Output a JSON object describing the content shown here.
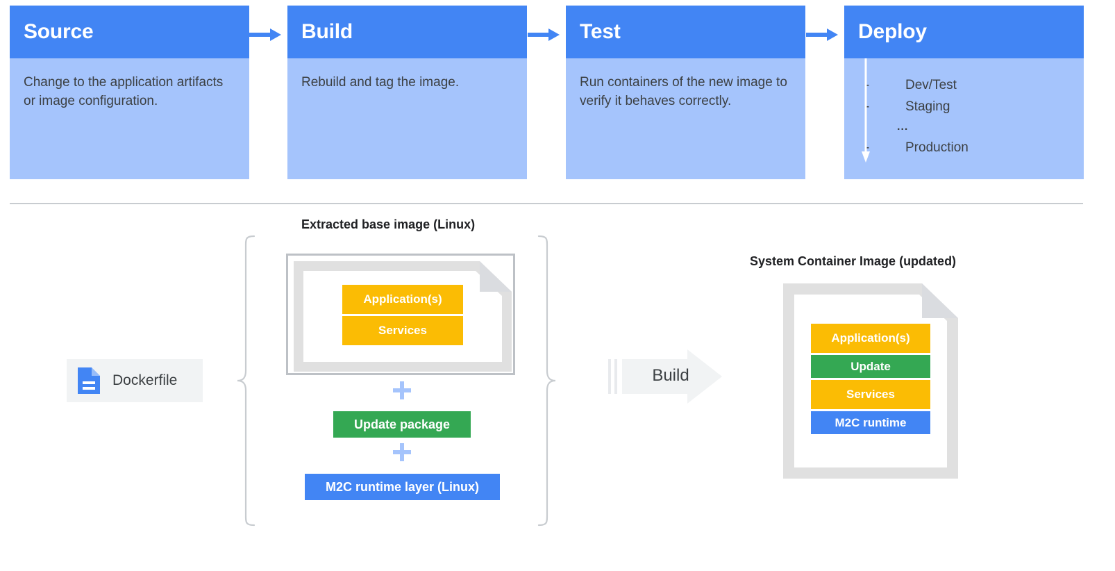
{
  "pipeline": {
    "stages": [
      {
        "title": "Source",
        "body": "Change to the application artifacts or image configuration."
      },
      {
        "title": "Build",
        "body": "Rebuild and tag the image."
      },
      {
        "title": "Test",
        "body": "Run containers of the new image to verify it behaves correctly."
      }
    ],
    "deploy": {
      "title": "Deploy",
      "items": [
        {
          "dash": "-",
          "label": "Dev/Test"
        },
        {
          "dash": "-",
          "label": "Staging"
        }
      ],
      "ellipsis": "...",
      "last": {
        "dash": "-",
        "label": "Production"
      }
    },
    "connector_icon": "arrow-right-icon"
  },
  "diagram": {
    "dockerfile": {
      "label": "Dockerfile",
      "icon": "document-file-icon"
    },
    "base_image": {
      "caption": "Extracted base image (Linux)",
      "layers": [
        {
          "label": "Application(s)",
          "color": "#fbbc04"
        },
        {
          "label": "Services",
          "color": "#fbbc04"
        }
      ]
    },
    "plus_icon": "plus-icon",
    "update_package": {
      "label": "Update package",
      "color": "#34a853"
    },
    "m2c_runtime_layer": {
      "label": "M2C runtime layer (Linux)",
      "color": "#4285f4"
    },
    "build_arrow": {
      "label": "Build",
      "icon": "block-arrow-right-icon"
    },
    "system_image": {
      "caption": "System Container Image (updated)",
      "layers": [
        {
          "label": "Application(s)",
          "color": "#fbbc04"
        },
        {
          "label": "Update",
          "color": "#34a853"
        },
        {
          "label": "Services",
          "color": "#fbbc04"
        },
        {
          "label": "M2C runtime",
          "color": "#4285f4"
        }
      ]
    }
  },
  "colors": {
    "header_blue": "#4285f4",
    "body_blue": "#a5c4fc",
    "yellow": "#fbbc04",
    "green": "#34a853",
    "gray_border": "#bdc1c6",
    "chip_gray": "#f1f3f4",
    "text": "#3c4043"
  }
}
